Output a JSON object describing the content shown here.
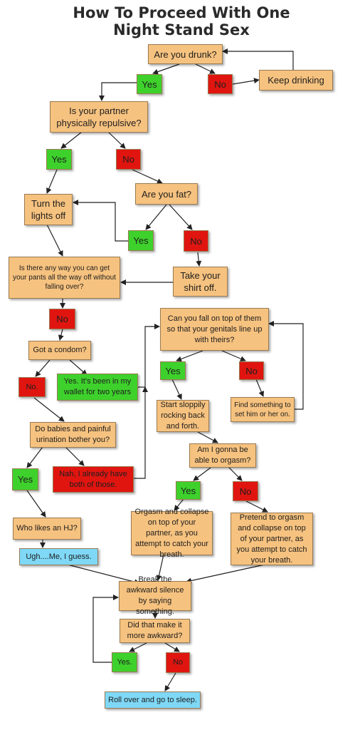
{
  "title": {
    "line1": "How To Proceed With One",
    "line2": "Night Stand Sex"
  },
  "colors": {
    "question": "#f6c27f",
    "yes": "#3ed12c",
    "no": "#e01510",
    "end": "#7fd8f6",
    "line": "#222222"
  },
  "nodes": {
    "drunk_q": "Are you drunk?",
    "drunk_yes": "Yes",
    "drunk_no": "No",
    "keep_drinking": "Keep drinking",
    "repulsive_q": "Is your partner physically repulsive?",
    "repulsive_yes": "Yes",
    "repulsive_no": "No",
    "lights_off": "Turn the lights off",
    "fat_q": "Are you fat?",
    "fat_yes": "Yes",
    "fat_no": "No",
    "pants_q": "Is there any way you can get your pants all the way off without falling over?",
    "shirt_off": "Take your shirt off.",
    "pants_no": "No",
    "genitals_q": "Can you fall on top of them so that your genitals line up with theirs?",
    "condom_q": "Got a condom?",
    "genitals_yes": "Yes",
    "genitals_no": "No",
    "condom_no": "No.",
    "condom_yes": "Yes.  It's been in my wallet for two years",
    "rocking": "Start sloppily rocking back and forth.",
    "find_something": "Find something to set him or her on.",
    "babies_q": "Do babies and painful urination bother you?",
    "orgasm_q": "Am I gonna be able to orgasm?",
    "babies_yes": "Yes",
    "babies_no": "Nah, I already have both of those.",
    "orgasm_yes": "Yes",
    "orgasm_no": "No",
    "collapse": "Orgasm and collapse on top of your partner, as you attempt to catch your breath.",
    "pretend": "Pretend to orgasm and collapse on top of your partner, as you attempt to catch your breath.",
    "hj_q": "Who likes an HJ?",
    "ugh": "Ugh....Me, I guess.",
    "silence": "Break the awkward silence by saying something.",
    "awkward_q": "Did that make it more awkward?",
    "awkward_yes": "Yes.",
    "awkward_no": "No",
    "sleep": "Roll over and go to sleep."
  }
}
